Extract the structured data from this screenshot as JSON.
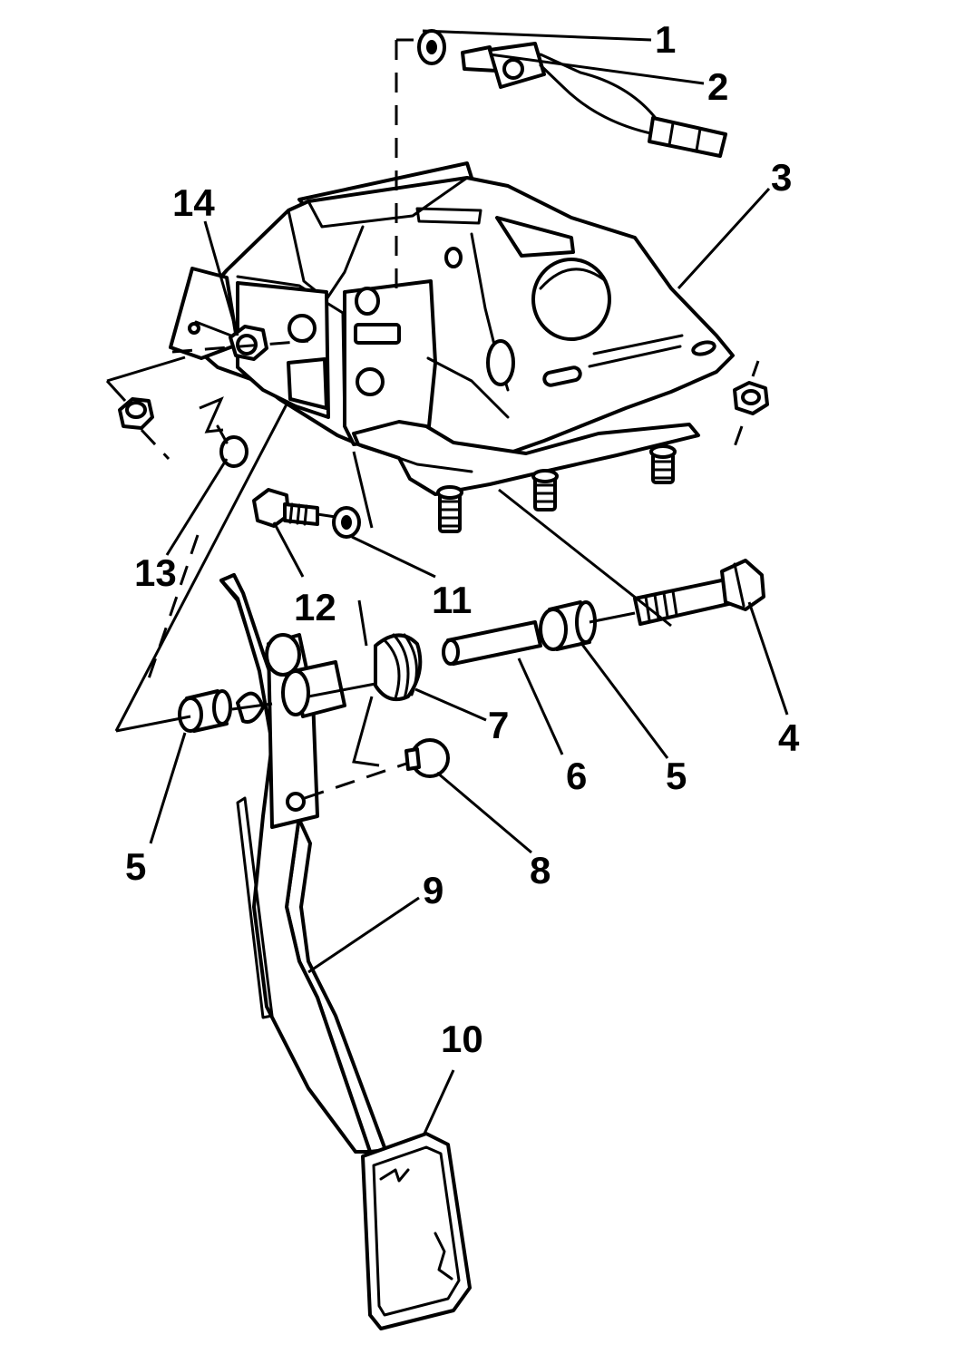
{
  "callouts": [
    "1",
    "2",
    "3",
    "4",
    "5",
    "5",
    "6",
    "7",
    "8",
    "9",
    "10",
    "11",
    "12",
    "13",
    "14"
  ],
  "parts": [
    {
      "icon": "brake-light-switch-clip"
    },
    {
      "icon": "brake-light-switch"
    },
    {
      "icon": "pedal-bracket"
    },
    {
      "icon": "pivot-bolt"
    },
    {
      "icon": "bushing"
    },
    {
      "icon": "sleeve"
    },
    {
      "icon": "return-spring"
    },
    {
      "icon": "stop-bumper"
    },
    {
      "icon": "brake-pedal-arm"
    },
    {
      "icon": "pedal-pad"
    },
    {
      "icon": "washer"
    },
    {
      "icon": "bolt"
    },
    {
      "icon": "push-pin"
    },
    {
      "icon": "nut"
    }
  ]
}
